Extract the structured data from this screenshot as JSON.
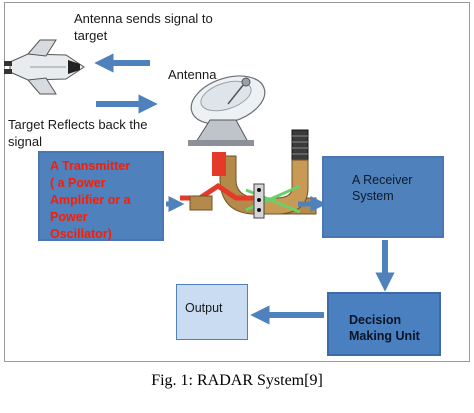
{
  "labels": {
    "antenna_sends": "Antenna sends signal to\ntarget",
    "antenna": "Antenna",
    "target_reflects": "Target Reflects back the\nsignal"
  },
  "nodes": {
    "transmitter": "A Transmitter\n( a Power\nAmplifier or a\nPower\nOscillator)",
    "receiver": "A Receiver\nSystem",
    "decision": "Decision\nMaking Unit",
    "output": "Output"
  },
  "caption": "Fig. 1: RADAR System[9]",
  "colors": {
    "box_fill": "#4f81bd",
    "output_fill": "#c9dcf2",
    "arrow": "#4f81bd",
    "transmitter_text": "#ff1a00"
  },
  "icons": [
    "space-shuttle-icon",
    "radar-dish-icon",
    "duplexer-waveguide-icon"
  ]
}
